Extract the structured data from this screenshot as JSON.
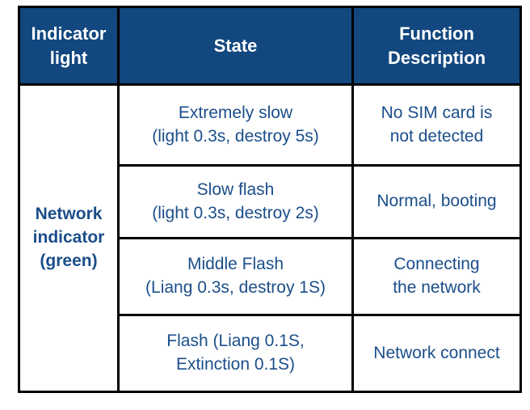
{
  "colors": {
    "header_bg": "#12477F",
    "header_text": "#FFFFFF",
    "body_text": "#1B4E8A",
    "border": "#000000"
  },
  "table": {
    "headers": {
      "indicator_light": "Indicator\nlight",
      "state": "State",
      "function_description": "Function\nDescription"
    },
    "indicator": "Network\nindicator\n(green)",
    "rows": [
      {
        "state": "Extremely slow\n(light 0.3s, destroy 5s)",
        "description": "No SIM card is\nnot detected"
      },
      {
        "state": "Slow flash\n(light 0.3s, destroy 2s)",
        "description": "Normal, booting"
      },
      {
        "state": "Middle Flash\n(Liang 0.3s, destroy 1S)",
        "description": "Connecting\nthe network"
      },
      {
        "state": "Flash (Liang 0.1S,\nExtinction 0.1S)",
        "description": "Network connect"
      }
    ]
  }
}
